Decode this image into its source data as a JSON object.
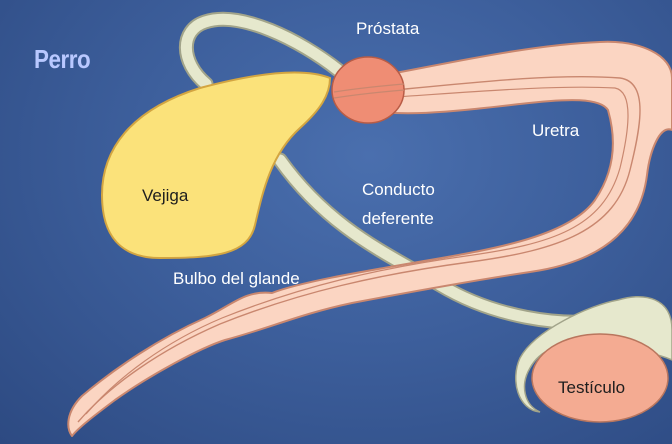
{
  "title": "Perro",
  "labels": {
    "prostata": "Próstata",
    "uretra": "Uretra",
    "conducto": [
      "Conducto",
      "deferente"
    ],
    "vejiga": "Vejiga",
    "bulbo": "Bulbo del glande",
    "testiculo": "Testículo"
  },
  "colors": {
    "background": "#3d5f9c",
    "title": "#b9c8ff",
    "bladder": "#fbe27a",
    "prostate": "#ef8d74",
    "penis_urethra": "#fbd5c2",
    "vas_deferens": "#e6e8cd",
    "testis": "#f4ab92"
  }
}
